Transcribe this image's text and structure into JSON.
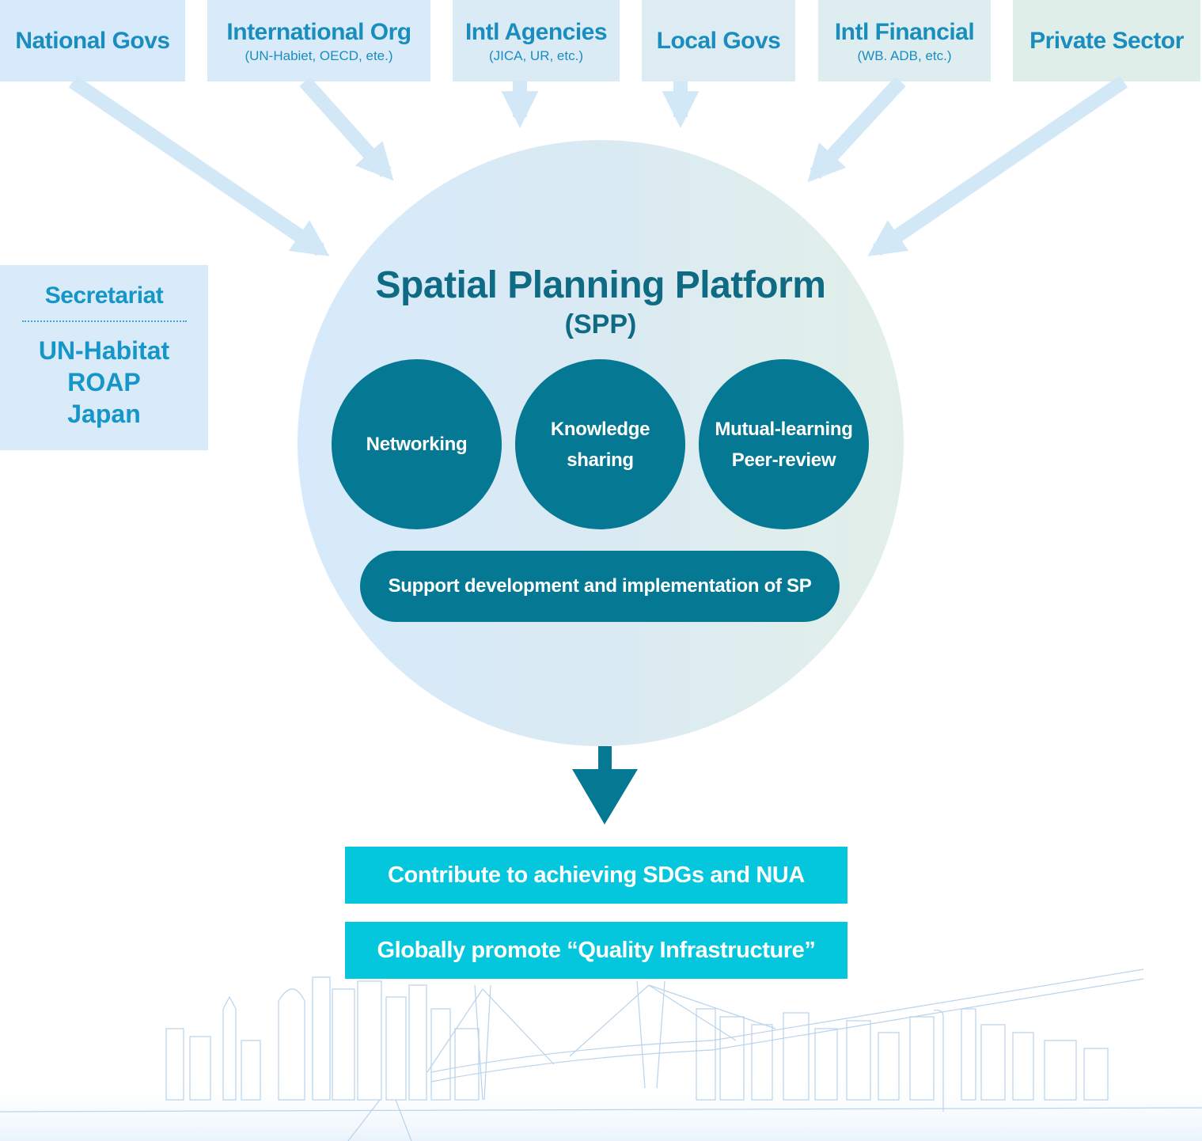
{
  "stakeholders": [
    {
      "title": "National Govs",
      "sub": ""
    },
    {
      "title": "International Org",
      "sub": "(UN-Habiet, OECD, ete.)"
    },
    {
      "title": "Intl Agencies",
      "sub": "(JICA, UR, etc.)"
    },
    {
      "title": "Local Govs",
      "sub": ""
    },
    {
      "title": "Intl Financial",
      "sub": "(WB. ADB, etc.)"
    },
    {
      "title": "Private Sector",
      "sub": ""
    }
  ],
  "secretariat": {
    "heading": "Secretariat",
    "body": "UN-Habitat\nROAP\nJapan"
  },
  "platform": {
    "title": "Spatial Planning Platform",
    "abbr": "(SPP)",
    "functions": [
      "Networking",
      "Knowledge\nsharing",
      "Mutual-learning\nPeer-review"
    ],
    "support": "Support development and implementation of SP"
  },
  "outcomes": [
    "Contribute to achieving SDGs and NUA",
    "Globally promote “Quality Infrastructure”"
  ],
  "colors": {
    "box_fill_start": "#d6eafb",
    "box_fill_end": "#e2efe9",
    "arrow_light": "#d3e8f7",
    "teal_dark": "#057894",
    "title_text": "#0f6a84",
    "cyan_box": "#04c7dd",
    "label_blue": "#1a8dbf"
  }
}
